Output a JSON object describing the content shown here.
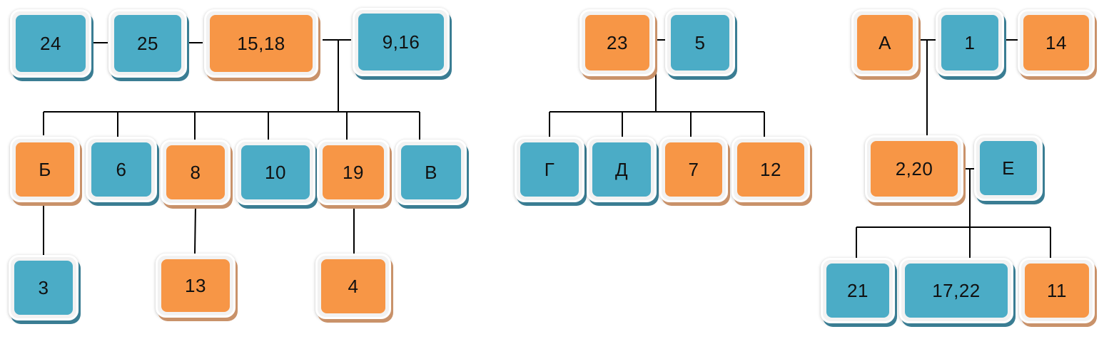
{
  "colors": {
    "blue": "#4bacc6",
    "orange": "#f79646",
    "connector": "#000000"
  },
  "nodes": {
    "n24": {
      "label": "24",
      "color": "blue"
    },
    "n25": {
      "label": "25",
      "color": "blue"
    },
    "n15_18": {
      "label": "15,18",
      "color": "orange"
    },
    "n9_16": {
      "label": "9,16",
      "color": "blue"
    },
    "nB": {
      "label": "Б",
      "color": "orange"
    },
    "n6": {
      "label": "6",
      "color": "blue"
    },
    "n8": {
      "label": "8",
      "color": "orange"
    },
    "n10": {
      "label": "10",
      "color": "blue"
    },
    "n19": {
      "label": "19",
      "color": "orange"
    },
    "nV": {
      "label": "В",
      "color": "blue"
    },
    "n3": {
      "label": "3",
      "color": "blue"
    },
    "n13": {
      "label": "13",
      "color": "orange"
    },
    "n4": {
      "label": "4",
      "color": "orange"
    },
    "n23": {
      "label": "23",
      "color": "orange"
    },
    "n5": {
      "label": "5",
      "color": "blue"
    },
    "nG": {
      "label": "Г",
      "color": "blue"
    },
    "nD": {
      "label": "Д",
      "color": "blue"
    },
    "n7": {
      "label": "7",
      "color": "orange"
    },
    "n12": {
      "label": "12",
      "color": "orange"
    },
    "nA": {
      "label": "А",
      "color": "orange"
    },
    "n1": {
      "label": "1",
      "color": "blue"
    },
    "n14": {
      "label": "14",
      "color": "orange"
    },
    "n2_20": {
      "label": "2,20",
      "color": "orange"
    },
    "nE": {
      "label": "Е",
      "color": "blue"
    },
    "n21": {
      "label": "21",
      "color": "blue"
    },
    "n17_22": {
      "label": "17,22",
      "color": "blue"
    },
    "n11": {
      "label": "11",
      "color": "orange"
    }
  }
}
